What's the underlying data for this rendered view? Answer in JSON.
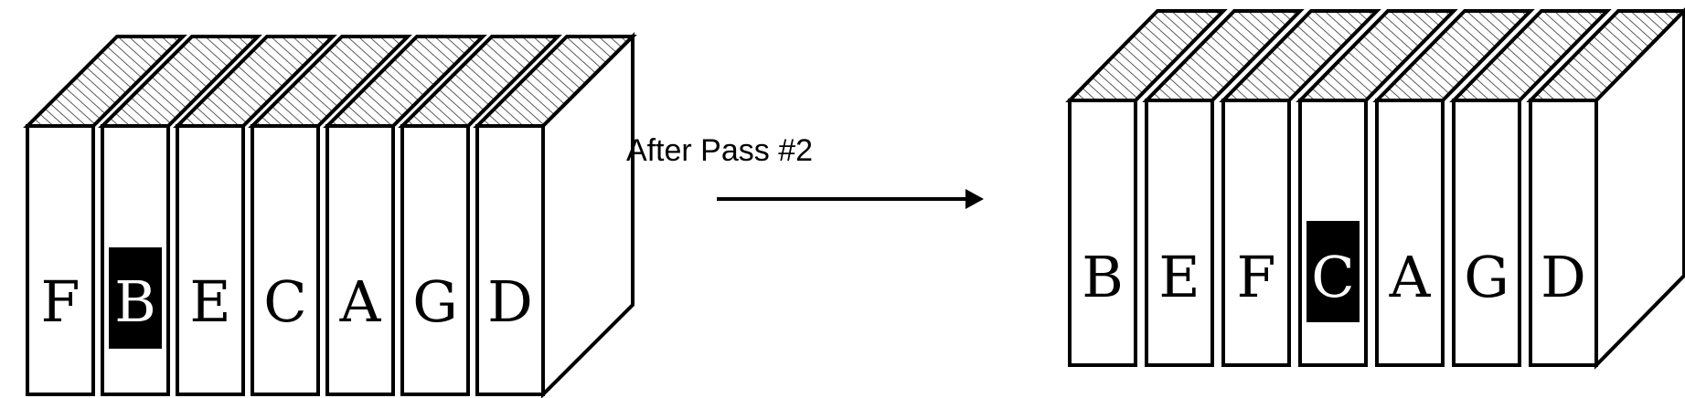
{
  "before": {
    "books": [
      "F",
      "B",
      "E",
      "C",
      "A",
      "G",
      "D"
    ],
    "highlighted": "B"
  },
  "transition": {
    "label": "After Pass #2"
  },
  "after": {
    "books": [
      "B",
      "E",
      "F",
      "C",
      "A",
      "G",
      "D"
    ],
    "highlighted": "C"
  },
  "colors": {
    "stroke": "#000000",
    "highlight": "#000000",
    "highlight_text": "#ffffff",
    "book_fill": "#ffffff"
  }
}
